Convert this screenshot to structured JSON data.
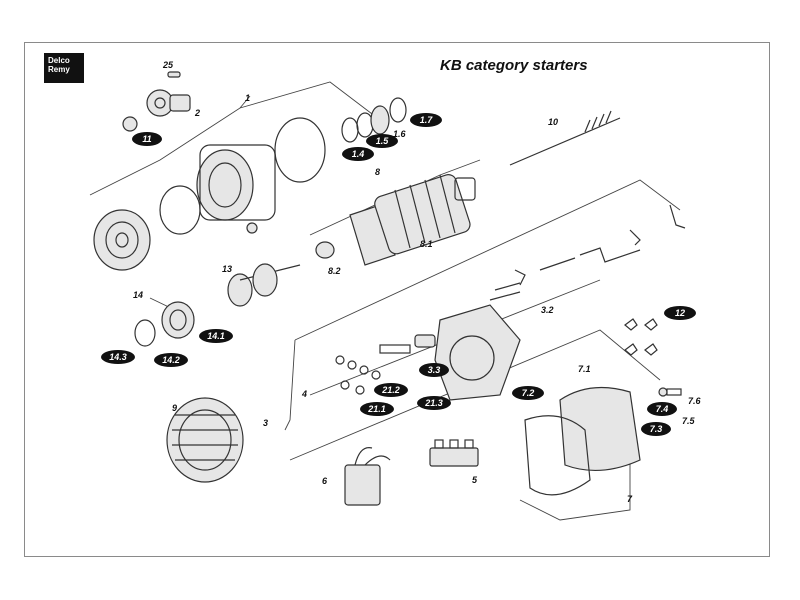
{
  "brand": {
    "line1": "Delco",
    "line2": "Remy"
  },
  "title": "KB category starters",
  "labels": [
    "25",
    "2",
    "1",
    "10",
    "8",
    "8.1",
    "8.2",
    "13",
    "14",
    "3.2",
    "4",
    "3",
    "9",
    "6",
    "5",
    "7.1",
    "7.6",
    "7.5",
    "7",
    "1.6"
  ],
  "badges": [
    "11",
    "1.7",
    "1.5",
    "1.4",
    "14.1",
    "14.3",
    "14.2",
    "12",
    "3.3",
    "7.2",
    "21.2",
    "21.1",
    "21.3",
    "7.4",
    "7.3"
  ]
}
